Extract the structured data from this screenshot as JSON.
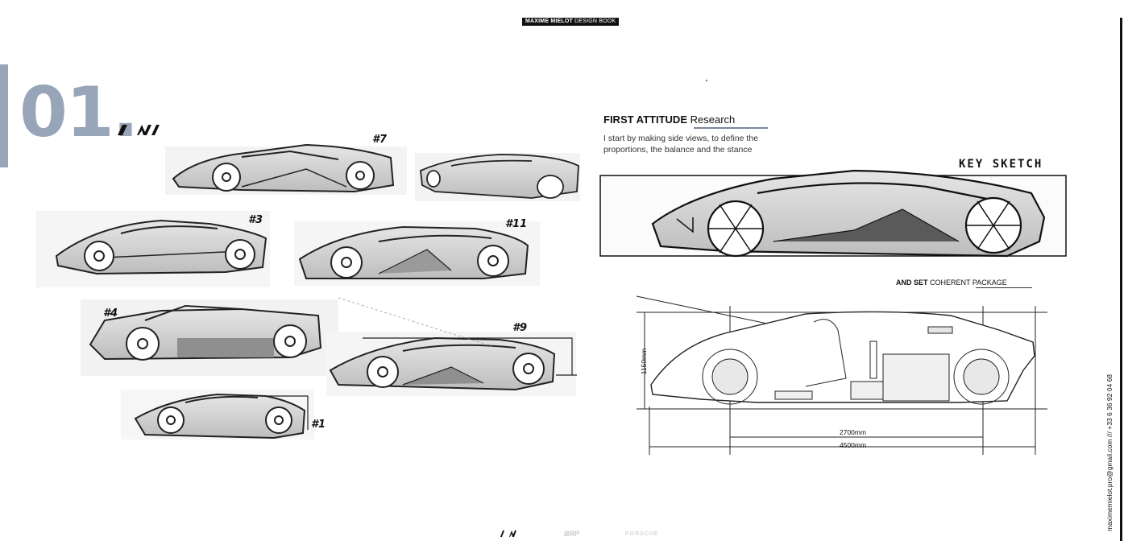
{
  "header": {
    "author": "MAXIME MIELOT",
    "book": " DESIGN BOOK"
  },
  "chapter": {
    "number": "01.",
    "brand_logo": "kia-logo"
  },
  "section": {
    "title_bold": "FIRST ATTITUDE",
    "title_light": " Research",
    "description": "I start by making side views, to define the proportions, the balance and the stance"
  },
  "sketch_labels": [
    "#7",
    "#3",
    "#11",
    "#4",
    "#9",
    "#1"
  ],
  "key_sketch": {
    "label": "KEY SKETCH"
  },
  "package": {
    "title_bold": "AND SET",
    "title_normal": " COHERENT ",
    "title_underlined": "PACKAGE",
    "height_dim": "1150mm",
    "wheelbase_dim": "2700mm",
    "length_dim": "4500mm"
  },
  "contact": {
    "text": "maximemielot.pro@gmail.com /// +33 6 36 92 04 68"
  },
  "footer": {
    "brp": "BRP",
    "porsche": "PORSCHE"
  },
  "colors": {
    "accent": "#98a5b8",
    "ink": "#111111"
  }
}
